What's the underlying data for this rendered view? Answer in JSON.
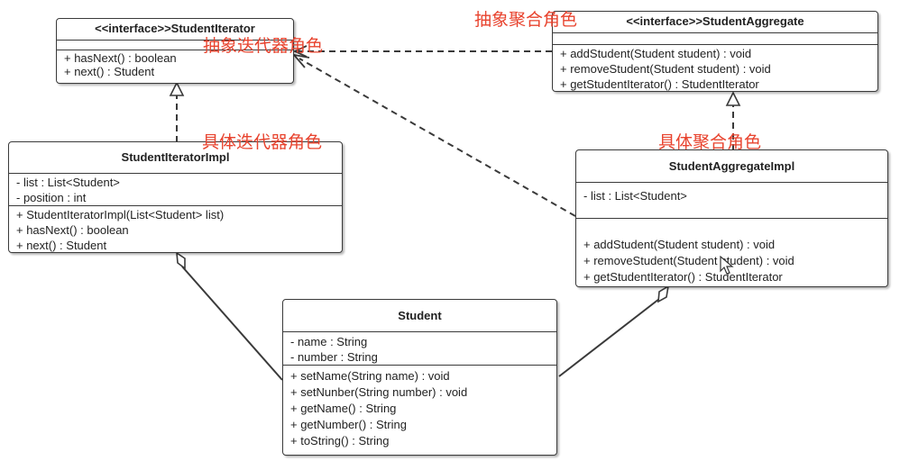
{
  "classes": {
    "student_iterator": {
      "title": "<<interface>>StudentIterator",
      "attributes": [],
      "methods": [
        "+ hasNext()   : boolean",
        "+ next() : Student"
      ]
    },
    "student_aggregate": {
      "title": "<<interface>>StudentAggregate",
      "attributes": [],
      "methods": [
        "+ addStudent(Student student) : void",
        "+ removeStudent(Student student) : void",
        "+ getStudentIterator() : StudentIterator"
      ]
    },
    "student_iterator_impl": {
      "title": "StudentIteratorImpl",
      "attributes": [
        "- list : List<Student>",
        "- position : int"
      ],
      "methods": [
        "+ StudentIteratorImpl(List<Student> list)",
        "+ hasNext()   : boolean",
        "+ next() : Student"
      ]
    },
    "student_aggregate_impl": {
      "title": "StudentAggregateImpl",
      "attributes": [
        "- list : List<Student>"
      ],
      "methods": [
        "+ addStudent(Student student) : void",
        "+ removeStudent(Student student) : void",
        "+ getStudentIterator() : StudentIterator"
      ]
    },
    "student": {
      "title": "Student",
      "attributes": [
        "- name : String",
        "- number : String"
      ],
      "methods": [
        "+ setName(String name) : void",
        "+ setNunber(String number) : void",
        "+ getName() : String",
        "+ getNumber() : String",
        "+ toString() : String"
      ]
    }
  },
  "annotations": {
    "abstract_aggregate": "抽象聚合角色",
    "abstract_iterator": "抽象迭代器角色",
    "concrete_iterator": "具体迭代器角色",
    "concrete_aggregate": "具体聚合角色"
  },
  "colors": {
    "annotation": "#e8432e",
    "line": "#3a3a3a"
  }
}
